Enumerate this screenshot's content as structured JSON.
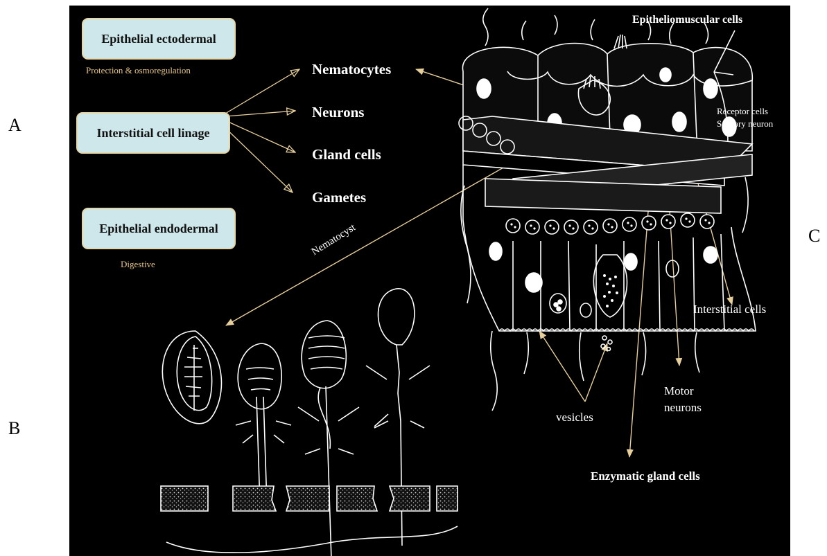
{
  "side_letters": {
    "a": "A",
    "b": "B",
    "c": "C"
  },
  "boxes": {
    "ectodermal": "Epithelial ectodermal",
    "interstitial": "Interstitial cell linage",
    "endodermal": "Epithelial endodermal"
  },
  "notes": {
    "ectodermal": "Protection & osmoregulation",
    "endodermal": "Digestive"
  },
  "derivatives": [
    "Nematocytes",
    "Neurons",
    "Gland cells",
    "Gametes"
  ],
  "labels": {
    "nematocyst": "Nematocyst",
    "epitheliomuscular": "Epitheliomuscular cells",
    "receptor": "Receptor cells",
    "sensory": "Sensory neuron",
    "interstitial_cells": "Interstitial cells",
    "motor_1": "Motor",
    "motor_2": "neurons",
    "vesicles": "vesicles",
    "enzymatic": "Enzymatic gland cells"
  },
  "colors": {
    "panel": "#000000",
    "box_fill": "#cde7ea",
    "box_border": "#e6d7a8",
    "note": "#e6c483",
    "arrow": "#e6cf9a",
    "drawing": "#ffffff"
  }
}
